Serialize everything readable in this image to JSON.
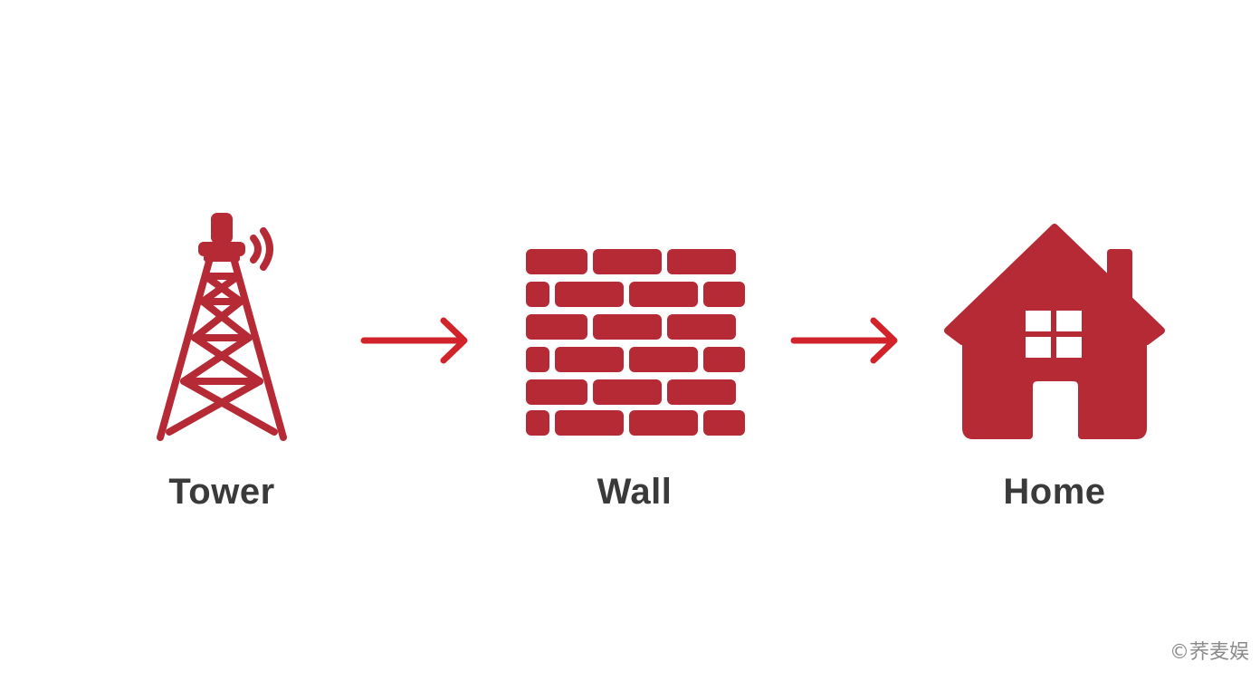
{
  "colors": {
    "icon": "#b52a35",
    "arrow": "#d2232a",
    "label": "#3a3a3a",
    "background": "#ffffff"
  },
  "nodes": [
    {
      "label": "Tower",
      "icon": "radio-tower-icon"
    },
    {
      "label": "Wall",
      "icon": "brick-wall-icon"
    },
    {
      "label": "Home",
      "icon": "house-icon"
    }
  ],
  "connectors": [
    {
      "from": "Tower",
      "to": "Wall",
      "icon": "arrow-right-icon"
    },
    {
      "from": "Wall",
      "to": "Home",
      "icon": "arrow-right-icon"
    }
  ],
  "watermark": "©荞麦娱"
}
